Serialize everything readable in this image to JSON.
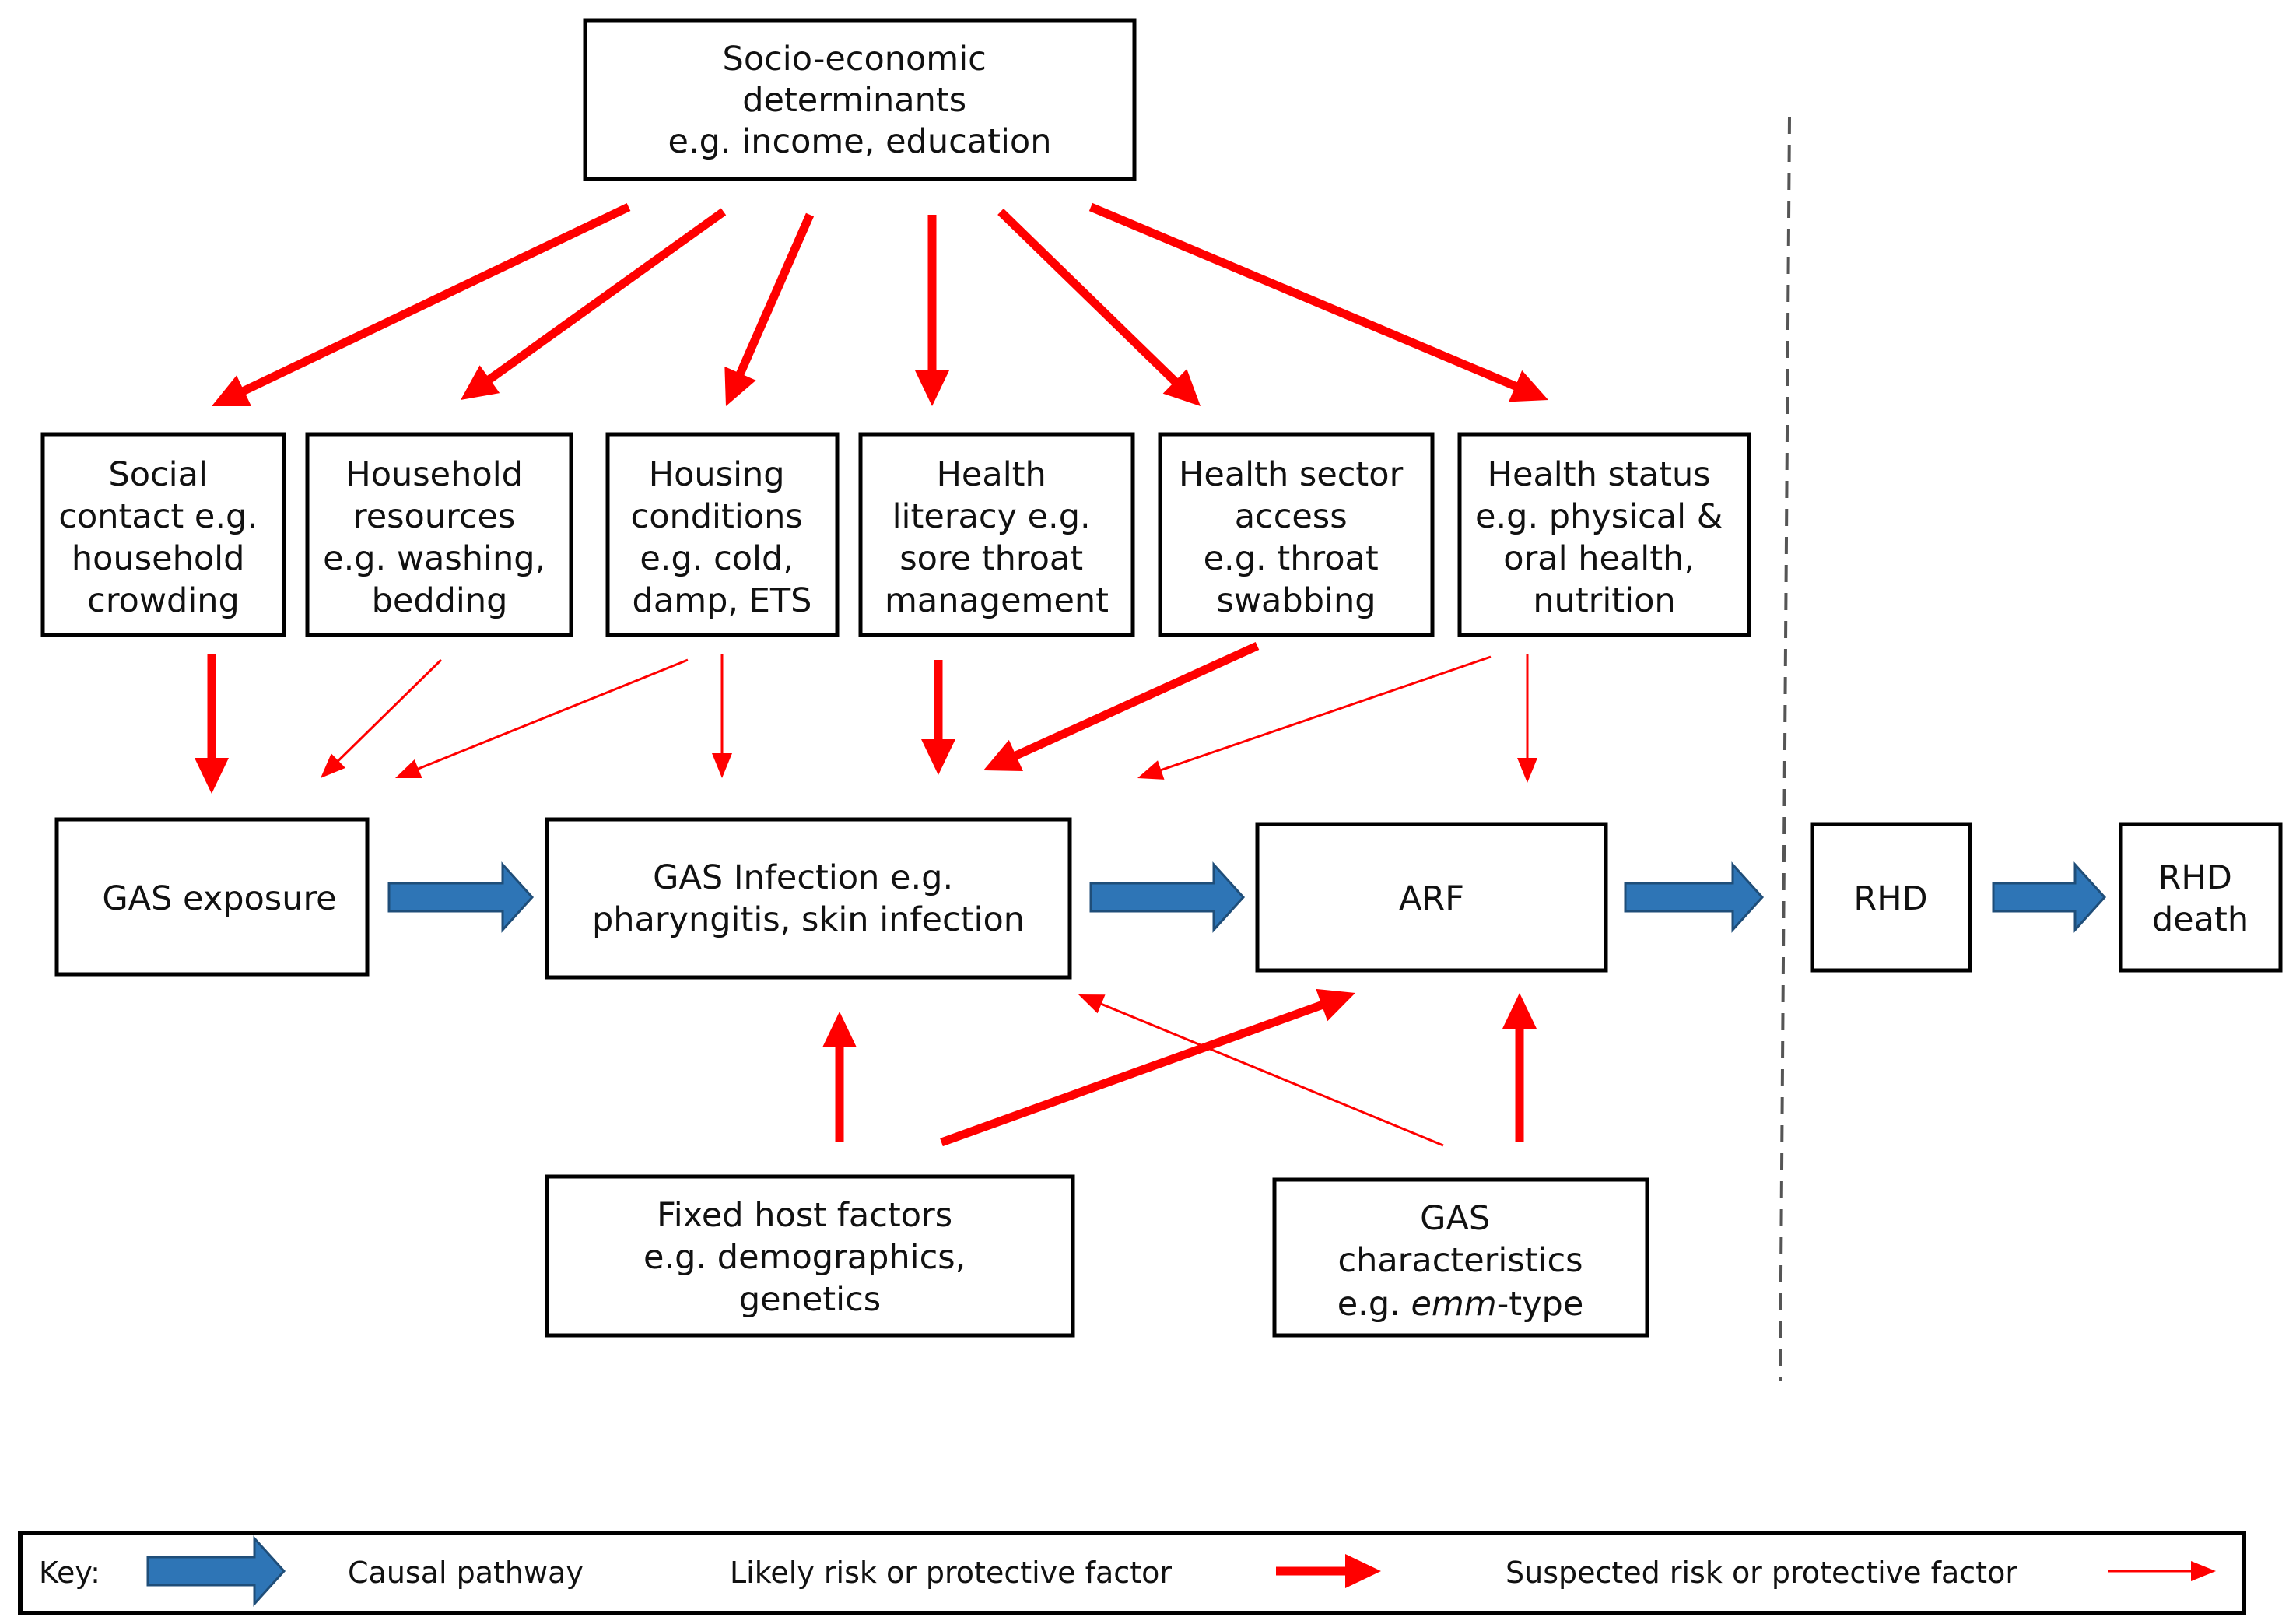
{
  "nodes": {
    "socio": {
      "lines": [
        "Socio-economic",
        "determinants",
        "e.g. income, education"
      ]
    },
    "social": {
      "lines": [
        "Social",
        "contact e.g.",
        "household",
        "crowding"
      ]
    },
    "household": {
      "lines": [
        "Household",
        "resources",
        "e.g. washing,",
        "bedding"
      ]
    },
    "housing": {
      "lines": [
        "Housing",
        "conditions",
        "e.g. cold,",
        "damp, ETS"
      ]
    },
    "literacy": {
      "lines": [
        "Health",
        "literacy e.g.",
        "sore throat",
        "management"
      ]
    },
    "sector": {
      "lines": [
        "Health sector",
        "access",
        "e.g. throat",
        "swabbing"
      ]
    },
    "status": {
      "lines": [
        "Health status",
        "e.g. physical &",
        "oral health,",
        "nutrition"
      ]
    },
    "exposure": {
      "lines": [
        "GAS exposure"
      ]
    },
    "infection": {
      "lines": [
        "GAS Infection  e.g.",
        "pharyngitis,  skin infection"
      ]
    },
    "arf": {
      "lines": [
        "ARF"
      ]
    },
    "rhd": {
      "lines": [
        "RHD"
      ]
    },
    "rhd_death": {
      "lines": [
        "RHD",
        "death"
      ]
    },
    "host": {
      "lines": [
        "Fixed host factors",
        "e.g. demographics,",
        "genetics"
      ]
    },
    "gas_char": {
      "line1": "GAS",
      "line2": "characteristics",
      "line3_prefix": "e.g. ",
      "line3_italic": "emm",
      "line3_suffix": "-type"
    }
  },
  "key": {
    "title": "Key:",
    "causal": "Causal pathway",
    "likely": "Likely  risk  or  protective factor",
    "suspected": "Suspected risk  or  protective factor"
  },
  "colors": {
    "red_arrow": "#ff0000",
    "blue_arrow": "#2e75b6",
    "blue_arrow_edge": "#1f4e79",
    "box_border": "#000000",
    "divider": "#555555"
  }
}
